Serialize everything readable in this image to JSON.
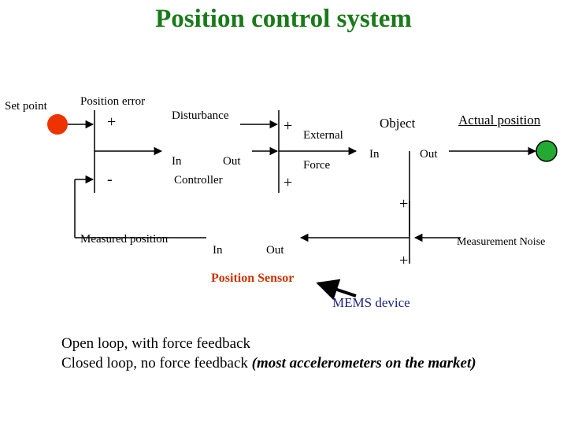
{
  "title": "Position control system",
  "labels": {
    "set_point": "Set point",
    "position_error": "Position error",
    "disturbance": "Disturbance",
    "controller_in": "In",
    "controller_out": "Out",
    "controller": "Controller",
    "external": "External",
    "force": "Force",
    "object": "Object",
    "object_in": "In",
    "object_out": "Out",
    "actual_position": "Actual position",
    "measured_position": "Measured position",
    "sensor_in": "In",
    "sensor_out": "Out",
    "position_sensor": "Position Sensor",
    "measurement_noise": "Measurement Noise",
    "mems_device": "MEMS device"
  },
  "signs": {
    "sum1_plus": "+",
    "sum1_minus": "-",
    "sum2_plus_top": "+",
    "sum2_plus_bottom": "+",
    "sum3_plus_top": "+",
    "sum3_plus_bottom": "+"
  },
  "notes": {
    "line1": "Open loop, with force feedback",
    "line2_main": "Closed loop, no force feedback ",
    "line2_italic": "(most accelerometers on the market)"
  },
  "colors": {
    "title": "#1a7a1a",
    "setpoint_dot": "#ee3300",
    "position_dot": "#22aa33",
    "sensor_label": "#cc3300"
  }
}
